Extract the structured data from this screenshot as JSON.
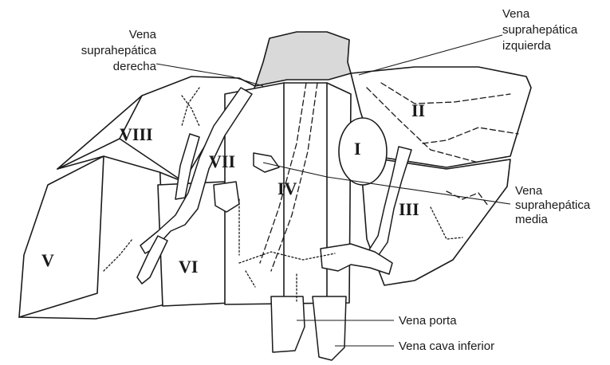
{
  "labels": {
    "vena_suprahepatica_derecha": [
      "Vena",
      "suprahepática",
      "derecha"
    ],
    "vena_suprahepatica_izquierda": [
      "Vena",
      "suprahepática",
      "izquierda"
    ],
    "vena_suprahepatica_media": [
      "Vena",
      "suprahepática",
      "media"
    ],
    "vena_porta": "Vena porta",
    "vena_cava_inferior": "Vena cava inferior"
  },
  "segments": {
    "I": "I",
    "II": "II",
    "III": "III",
    "IV": "IV",
    "V": "V",
    "VI": "VI",
    "VII": "VII",
    "VIII": "VIII"
  },
  "colors": {
    "ink": "#1a1a1a",
    "shade": "#d9d9d9",
    "paper": "#ffffff"
  }
}
